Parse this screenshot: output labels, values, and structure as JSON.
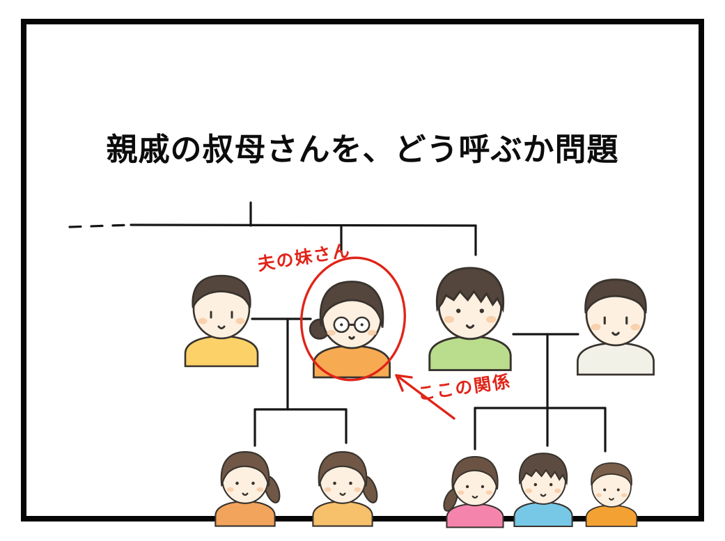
{
  "panel": {
    "title": "親戚の叔母さんを、どう呼ぶか問題",
    "frame_color": "#060606",
    "background": "#ffffff"
  },
  "annotations": {
    "sister_label": "夫の妹さん",
    "relation_label": "ここの関係",
    "ink_color": "#e02418"
  },
  "people": [
    {
      "id": "man-left",
      "shirt": "#fbd168",
      "hair": "#54463d"
    },
    {
      "id": "woman-aunt",
      "shirt": "#f6ab52",
      "hair": "#54463d"
    },
    {
      "id": "man-green",
      "shirt": "#badd8d",
      "hair": "#54463d"
    },
    {
      "id": "man-right",
      "shirt": "#f2f1e8",
      "hair": "#54463d"
    },
    {
      "id": "girl-left",
      "shirt": "#f2a45c",
      "hair": "#705746"
    },
    {
      "id": "girl-mid",
      "shirt": "#f7c06b",
      "hair": "#705746"
    },
    {
      "id": "girl-pink",
      "shirt": "#f584ad",
      "hair": "#6b5344"
    },
    {
      "id": "boy-blue",
      "shirt": "#77c8e6",
      "hair": "#5c4b40"
    },
    {
      "id": "boy-small",
      "shirt": "#f4a134",
      "hair": "#7a5f4a"
    }
  ]
}
